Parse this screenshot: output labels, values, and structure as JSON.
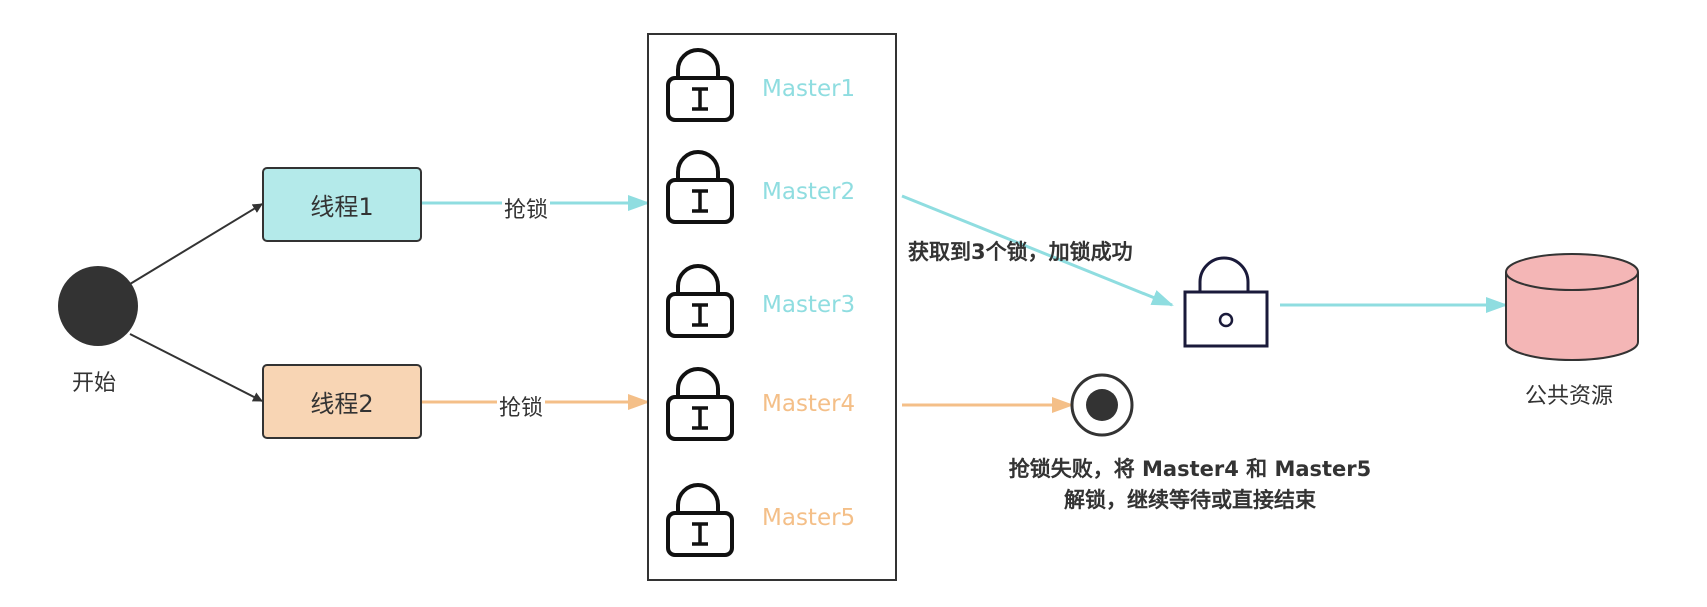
{
  "start": {
    "label": "开始"
  },
  "threads": [
    {
      "label": "线程1",
      "action": "抢锁",
      "fill": "#b4eaea",
      "arrow": "#8fdde0"
    },
    {
      "label": "线程2",
      "action": "抢锁",
      "fill": "#f8d5b4",
      "arrow": "#f4bf88"
    }
  ],
  "masters": [
    {
      "label": "Master1",
      "color": "#8fdde0"
    },
    {
      "label": "Master2",
      "color": "#8fdde0"
    },
    {
      "label": "Master3",
      "color": "#8fdde0"
    },
    {
      "label": "Master4",
      "color": "#f4bf88"
    },
    {
      "label": "Master5",
      "color": "#f4bf88"
    }
  ],
  "success": {
    "label": "获取到3个锁，加锁成功"
  },
  "failure": {
    "line1": "抢锁失败，将 Master4 和 Master5",
    "line2": "解锁，继续等待或直接结束"
  },
  "resource": {
    "label": "公共资源",
    "fill": "#f4b6b6"
  },
  "icons": [
    "open-padlock-icon",
    "closed-padlock-icon",
    "end-point-icon",
    "database-cylinder-icon"
  ]
}
